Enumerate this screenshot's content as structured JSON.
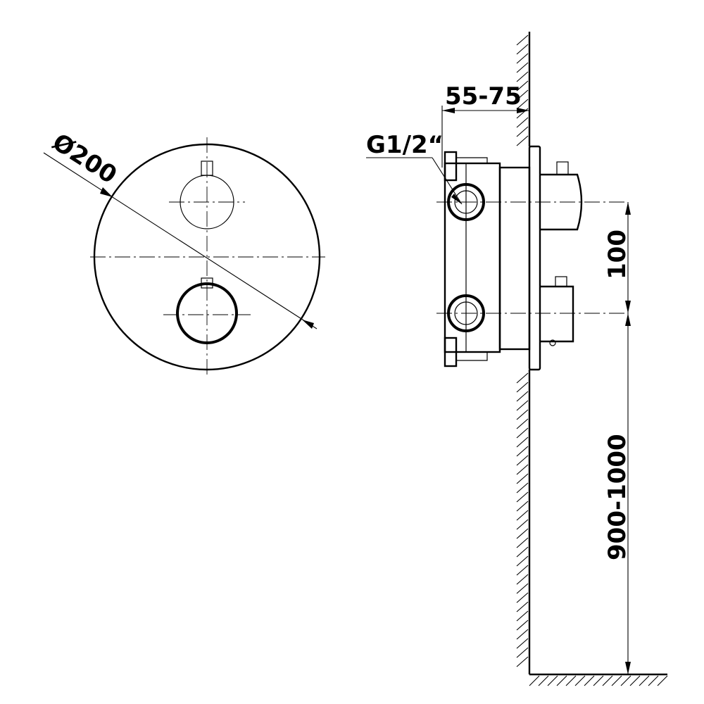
{
  "front_view": {
    "diameter_label": "Ø200"
  },
  "side_view": {
    "depth_label": "55-75",
    "thread_label": "G1/2“",
    "spacing_label": "100",
    "height_label": "900-1000"
  },
  "colors": {
    "line": "#000000",
    "background": "#ffffff"
  }
}
